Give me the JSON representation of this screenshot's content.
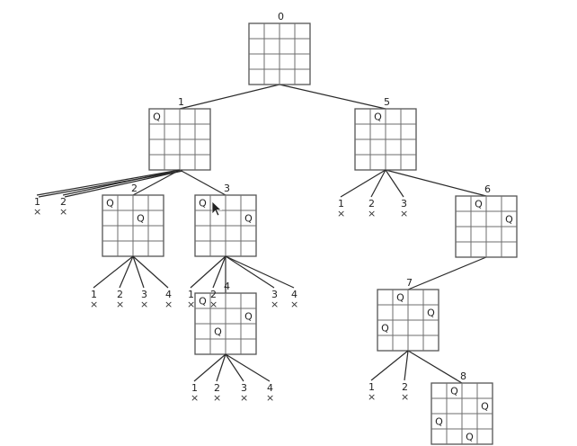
{
  "diagram": {
    "queen_symbol": "Q",
    "fail_mark": "×",
    "nodes": [
      {
        "id": "0",
        "label": "0",
        "queens": []
      },
      {
        "id": "1",
        "label": "1",
        "queens": [
          [
            0,
            0
          ]
        ]
      },
      {
        "id": "5",
        "label": "5",
        "queens": [
          [
            0,
            1
          ]
        ]
      },
      {
        "id": "2",
        "label": "2",
        "queens": [
          [
            0,
            0
          ],
          [
            1,
            2
          ]
        ]
      },
      {
        "id": "3",
        "label": "3",
        "queens": [
          [
            0,
            0
          ],
          [
            1,
            3
          ]
        ]
      },
      {
        "id": "6",
        "label": "6",
        "queens": [
          [
            0,
            1
          ],
          [
            1,
            3
          ]
        ]
      },
      {
        "id": "4",
        "label": "4",
        "queens": [
          [
            0,
            0
          ],
          [
            1,
            3
          ],
          [
            2,
            1
          ]
        ]
      },
      {
        "id": "7",
        "label": "7",
        "queens": [
          [
            0,
            1
          ],
          [
            1,
            3
          ],
          [
            2,
            0
          ]
        ]
      },
      {
        "id": "8",
        "label": "8",
        "queens": [
          [
            0,
            1
          ],
          [
            1,
            3
          ],
          [
            2,
            0
          ],
          [
            3,
            2
          ]
        ]
      }
    ],
    "edges": [
      [
        "0",
        "1"
      ],
      [
        "0",
        "5"
      ],
      [
        "1",
        "2"
      ],
      [
        "1",
        "3"
      ],
      [
        "5",
        "6"
      ],
      [
        "3",
        "4"
      ],
      [
        "6",
        "7"
      ],
      [
        "7",
        "8"
      ]
    ],
    "dead_ends": [
      {
        "parent": "1",
        "labels": [
          "1",
          "2"
        ]
      },
      {
        "parent": "2",
        "labels": [
          "1",
          "2",
          "3",
          "4"
        ]
      },
      {
        "parent": "3",
        "labels": [
          "1",
          "2",
          "3",
          "4"
        ]
      },
      {
        "parent": "5",
        "labels": [
          "1",
          "2",
          "3"
        ]
      },
      {
        "parent": "4",
        "labels": [
          "1",
          "2",
          "3",
          "4"
        ]
      },
      {
        "parent": "7",
        "labels": [
          "1",
          "2"
        ]
      }
    ]
  }
}
